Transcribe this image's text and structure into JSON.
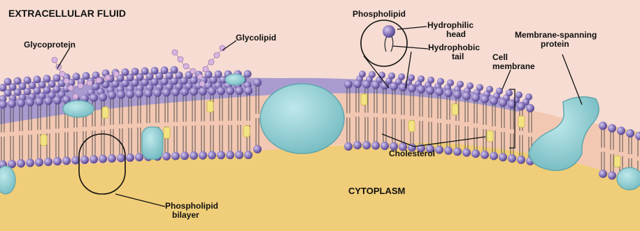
{
  "labels": {
    "extracellular": "EXTRACELLULAR FLUID",
    "glycoprotein": "Glycoprotein",
    "glycolipid": "Glycolipid",
    "phospholipid": "Phospholipid",
    "hydrophilic_1": "Hydrophilic",
    "hydrophilic_2": "head",
    "hydrophobic_1": "Hydrophobic",
    "hydrophobic_2": "tail",
    "spanning_1": "Membrane-spanning",
    "spanning_2": "protein",
    "cell_membrane_1": "Cell",
    "cell_membrane_2": "membrane",
    "cholesterol": "Cholesterol",
    "bilayer_1": "Phospholipid",
    "bilayer_2": "bilayer",
    "cytoplasm": "CYTOPLASM"
  },
  "colors": {
    "extracellular": "#f6dcd2",
    "cytoplasm": "#f0cd78",
    "membrane_core": "#f3c8b2",
    "head": "#7d6bb0",
    "head_highlight": "#b9acdc",
    "protein": "#8fd0d6",
    "protein_edge": "#5fa6ad",
    "cholesterol": "#f3e483",
    "sugar": "#d8b4e0"
  }
}
